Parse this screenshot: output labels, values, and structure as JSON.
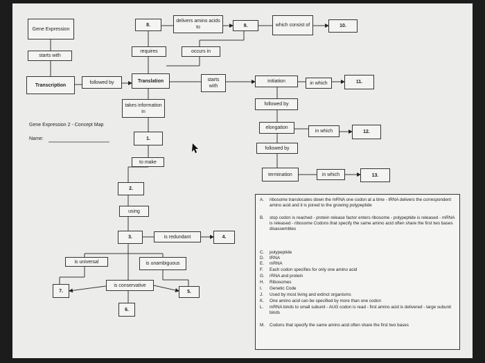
{
  "header": {
    "gene_expression": "Gene Expression",
    "subtitle": "Gene Expression 2 - Concept Map",
    "name_label": "Name:"
  },
  "boxes": {
    "b8": "8.",
    "delivers": "delivers amino acids to",
    "b9": "9.",
    "which_consist": "which consist of",
    "b10": "10.",
    "requires": "requires",
    "occurs_in": "occurs in",
    "starts_with": "starts with",
    "transcription": "Transcription",
    "followed_by": "followed by",
    "translation": "Translation",
    "starts_with2": "starts with",
    "initiation": "initiation",
    "in_which1": "in which",
    "b11": "11.",
    "takes_info": "takes information in",
    "followed_by2": "followed by",
    "elongation": "elongation",
    "in_which2": "in which",
    "b12": "12.",
    "b1": "1.",
    "followed_by3": "followed by",
    "to_make": "to make",
    "termination": "termination",
    "in_which3": "in which",
    "b13": "13.",
    "b2": "2.",
    "using": "using",
    "b3": "3.",
    "is_redundant": "is redundant",
    "b4": "4.",
    "is_universal": "is universal",
    "is_unambiguous": "is unambiguous",
    "b7": "7.",
    "is_conservative": "is conservative",
    "b5": "5.",
    "b6": "6."
  },
  "answers": [
    {
      "key": "A.",
      "text": "ribosome translocates down the mRNA one codon at a time - tRNA delivers the correspondent amino acid and it is joined to the growing polypeptide"
    },
    {
      "key": "B.",
      "text": "stop codon is reached - protein release factor enters ribosome - polypeptide is released - mRNA is released - ribosome Codons that specify the same amino acid often share the first two bases disassembles"
    },
    {
      "key": "C.",
      "text": "polypeptide"
    },
    {
      "key": "D.",
      "text": "tRNA"
    },
    {
      "key": "E.",
      "text": "mRNA"
    },
    {
      "key": "F.",
      "text": "Each codon specifies for only one amino acid"
    },
    {
      "key": "G.",
      "text": "rRNA and protein"
    },
    {
      "key": "H.",
      "text": "Ribosomes"
    },
    {
      "key": "I.",
      "text": "Genetic Code"
    },
    {
      "key": "J.",
      "text": "Used by most living and extinct organisms"
    },
    {
      "key": "K.",
      "text": "One amino acid can be specified by more than one codon"
    },
    {
      "key": "L.",
      "text": "mRNA binds to small subunit - AUG codon is read - first amino acid is delivered - large subunit binds"
    },
    {
      "key": "M.",
      "text": "Codons that specify the same amino acid often share the first two bases"
    }
  ]
}
